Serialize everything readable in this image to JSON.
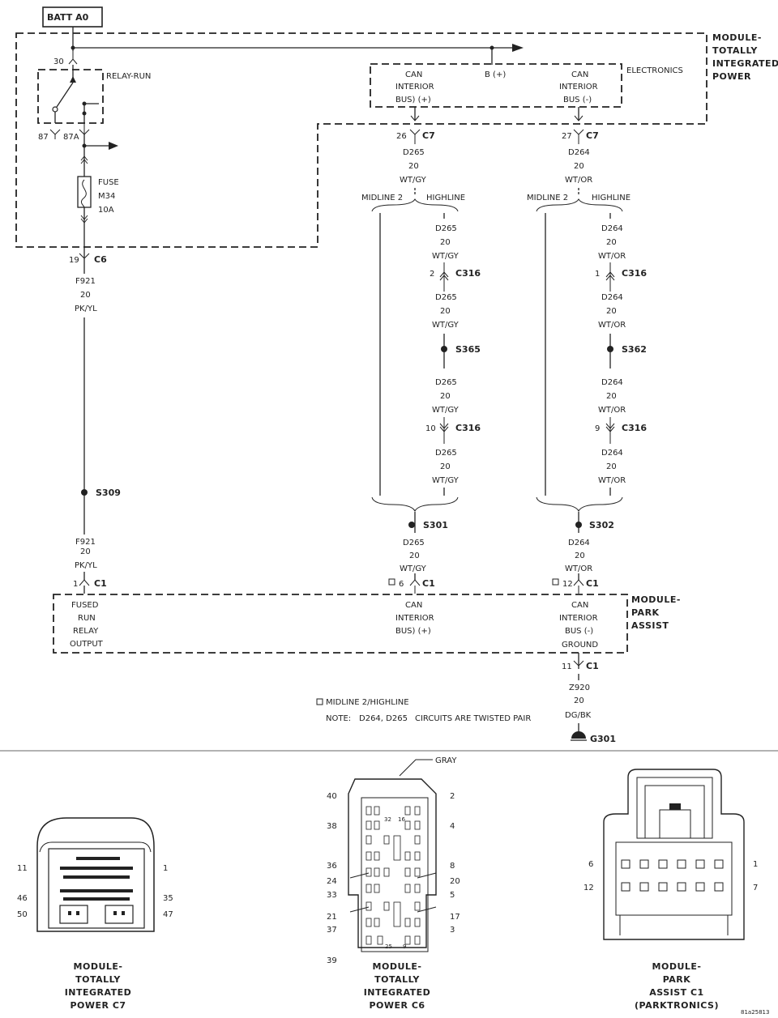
{
  "batt": "BATT A0",
  "tip": {
    "title": [
      "MODULE-",
      "TOTALLY",
      "INTEGRATED",
      "POWER"
    ],
    "electronics": "ELECTRONICS",
    "relay": "RELAY-RUN",
    "pin30": "30",
    "pin87": "87",
    "pin87a": "87A",
    "fuse": [
      "FUSE",
      "M34",
      "10A"
    ],
    "can_plus": [
      "CAN",
      "INTERIOR",
      "BUS) (+)"
    ],
    "b_plus": "B (+)",
    "can_minus": [
      "CAN",
      "INTERIOR",
      "BUS (-)"
    ]
  },
  "c6_wire": {
    "pin": "19",
    "conn": "C6",
    "circuit_a": [
      "F921",
      "20",
      "PK/YL"
    ],
    "splice": "S309",
    "circuit_b": [
      "F921",
      "20",
      "PK/YL"
    ],
    "c1_pin": "1",
    "c1": "C1"
  },
  "left_can": {
    "pin": "26",
    "conn": "C7",
    "circuit": [
      "D265",
      "20",
      "WT/GY"
    ],
    "midline": "MIDLINE 2",
    "highline": "HIGHLINE",
    "h1": [
      "D265",
      "20",
      "WT/GY"
    ],
    "c316a_pin": "2",
    "c316a": "C316",
    "h2": [
      "D265",
      "20",
      "WT/GY"
    ],
    "splice": "S365",
    "h3": [
      "D265",
      "20",
      "WT/GY"
    ],
    "c316b_pin": "10",
    "c316b": "C316",
    "h4": [
      "D265",
      "20",
      "WT/GY"
    ],
    "s301": "S301",
    "bottom": [
      "D265",
      "20",
      "WT/GY"
    ],
    "c1_pin": "6",
    "c1": "C1"
  },
  "right_can": {
    "pin": "27",
    "conn": "C7",
    "circuit": [
      "D264",
      "20",
      "WT/OR"
    ],
    "midline": "MIDLINE 2",
    "highline": "HIGHLINE",
    "h1": [
      "D264",
      "20",
      "WT/OR"
    ],
    "c316a_pin": "1",
    "c316a": "C316",
    "h2": [
      "D264",
      "20",
      "WT/OR"
    ],
    "splice": "S362",
    "h3": [
      "D264",
      "20",
      "WT/OR"
    ],
    "c316b_pin": "9",
    "c316b": "C316",
    "h4": [
      "D264",
      "20",
      "WT/OR"
    ],
    "s302": "S302",
    "bottom": [
      "D264",
      "20",
      "WT/OR"
    ],
    "c1_pin": "12",
    "c1": "C1"
  },
  "park": {
    "title": [
      "MODULE-",
      "PARK",
      "ASSIST"
    ],
    "fused": [
      "FUSED",
      "RUN",
      "RELAY",
      "OUTPUT"
    ],
    "can_plus": [
      "CAN",
      "INTERIOR",
      "BUS) (+)"
    ],
    "can_minus": [
      "CAN",
      "INTERIOR",
      "BUS (-)",
      "GROUND"
    ]
  },
  "ground": {
    "pin": "11",
    "conn": "C1",
    "circuit": [
      "Z920",
      "20",
      "DG/BK"
    ],
    "label": "G301"
  },
  "notes": {
    "legend": "MIDLINE 2/HIGHLINE",
    "note_label": "NOTE:",
    "note_circuits": "D264, D265",
    "note_text": "CIRCUITS ARE TWISTED PAIR"
  },
  "conn_c7": {
    "pins": [
      "11",
      "1",
      "46",
      "35",
      "50",
      "47"
    ],
    "title": [
      "MODULE-",
      "TOTALLY",
      "INTEGRATED",
      "POWER C7"
    ]
  },
  "conn_c6": {
    "gray": "GRAY",
    "pins_left": [
      "40",
      "38",
      "36",
      "24",
      "33",
      "21",
      "37",
      "39"
    ],
    "pins_right": [
      "2",
      "4",
      "8",
      "20",
      "5",
      "17",
      "3"
    ],
    "inner": [
      "32",
      "16",
      "25",
      "9"
    ],
    "title": [
      "MODULE-",
      "TOTALLY",
      "INTEGRATED",
      "POWER C6"
    ]
  },
  "conn_pa": {
    "pins": [
      "6",
      "1",
      "12",
      "7"
    ],
    "title": [
      "MODULE-",
      "PARK",
      "ASSIST C1",
      "(PARKTRONICS)"
    ]
  },
  "figure_id": "81a25813"
}
